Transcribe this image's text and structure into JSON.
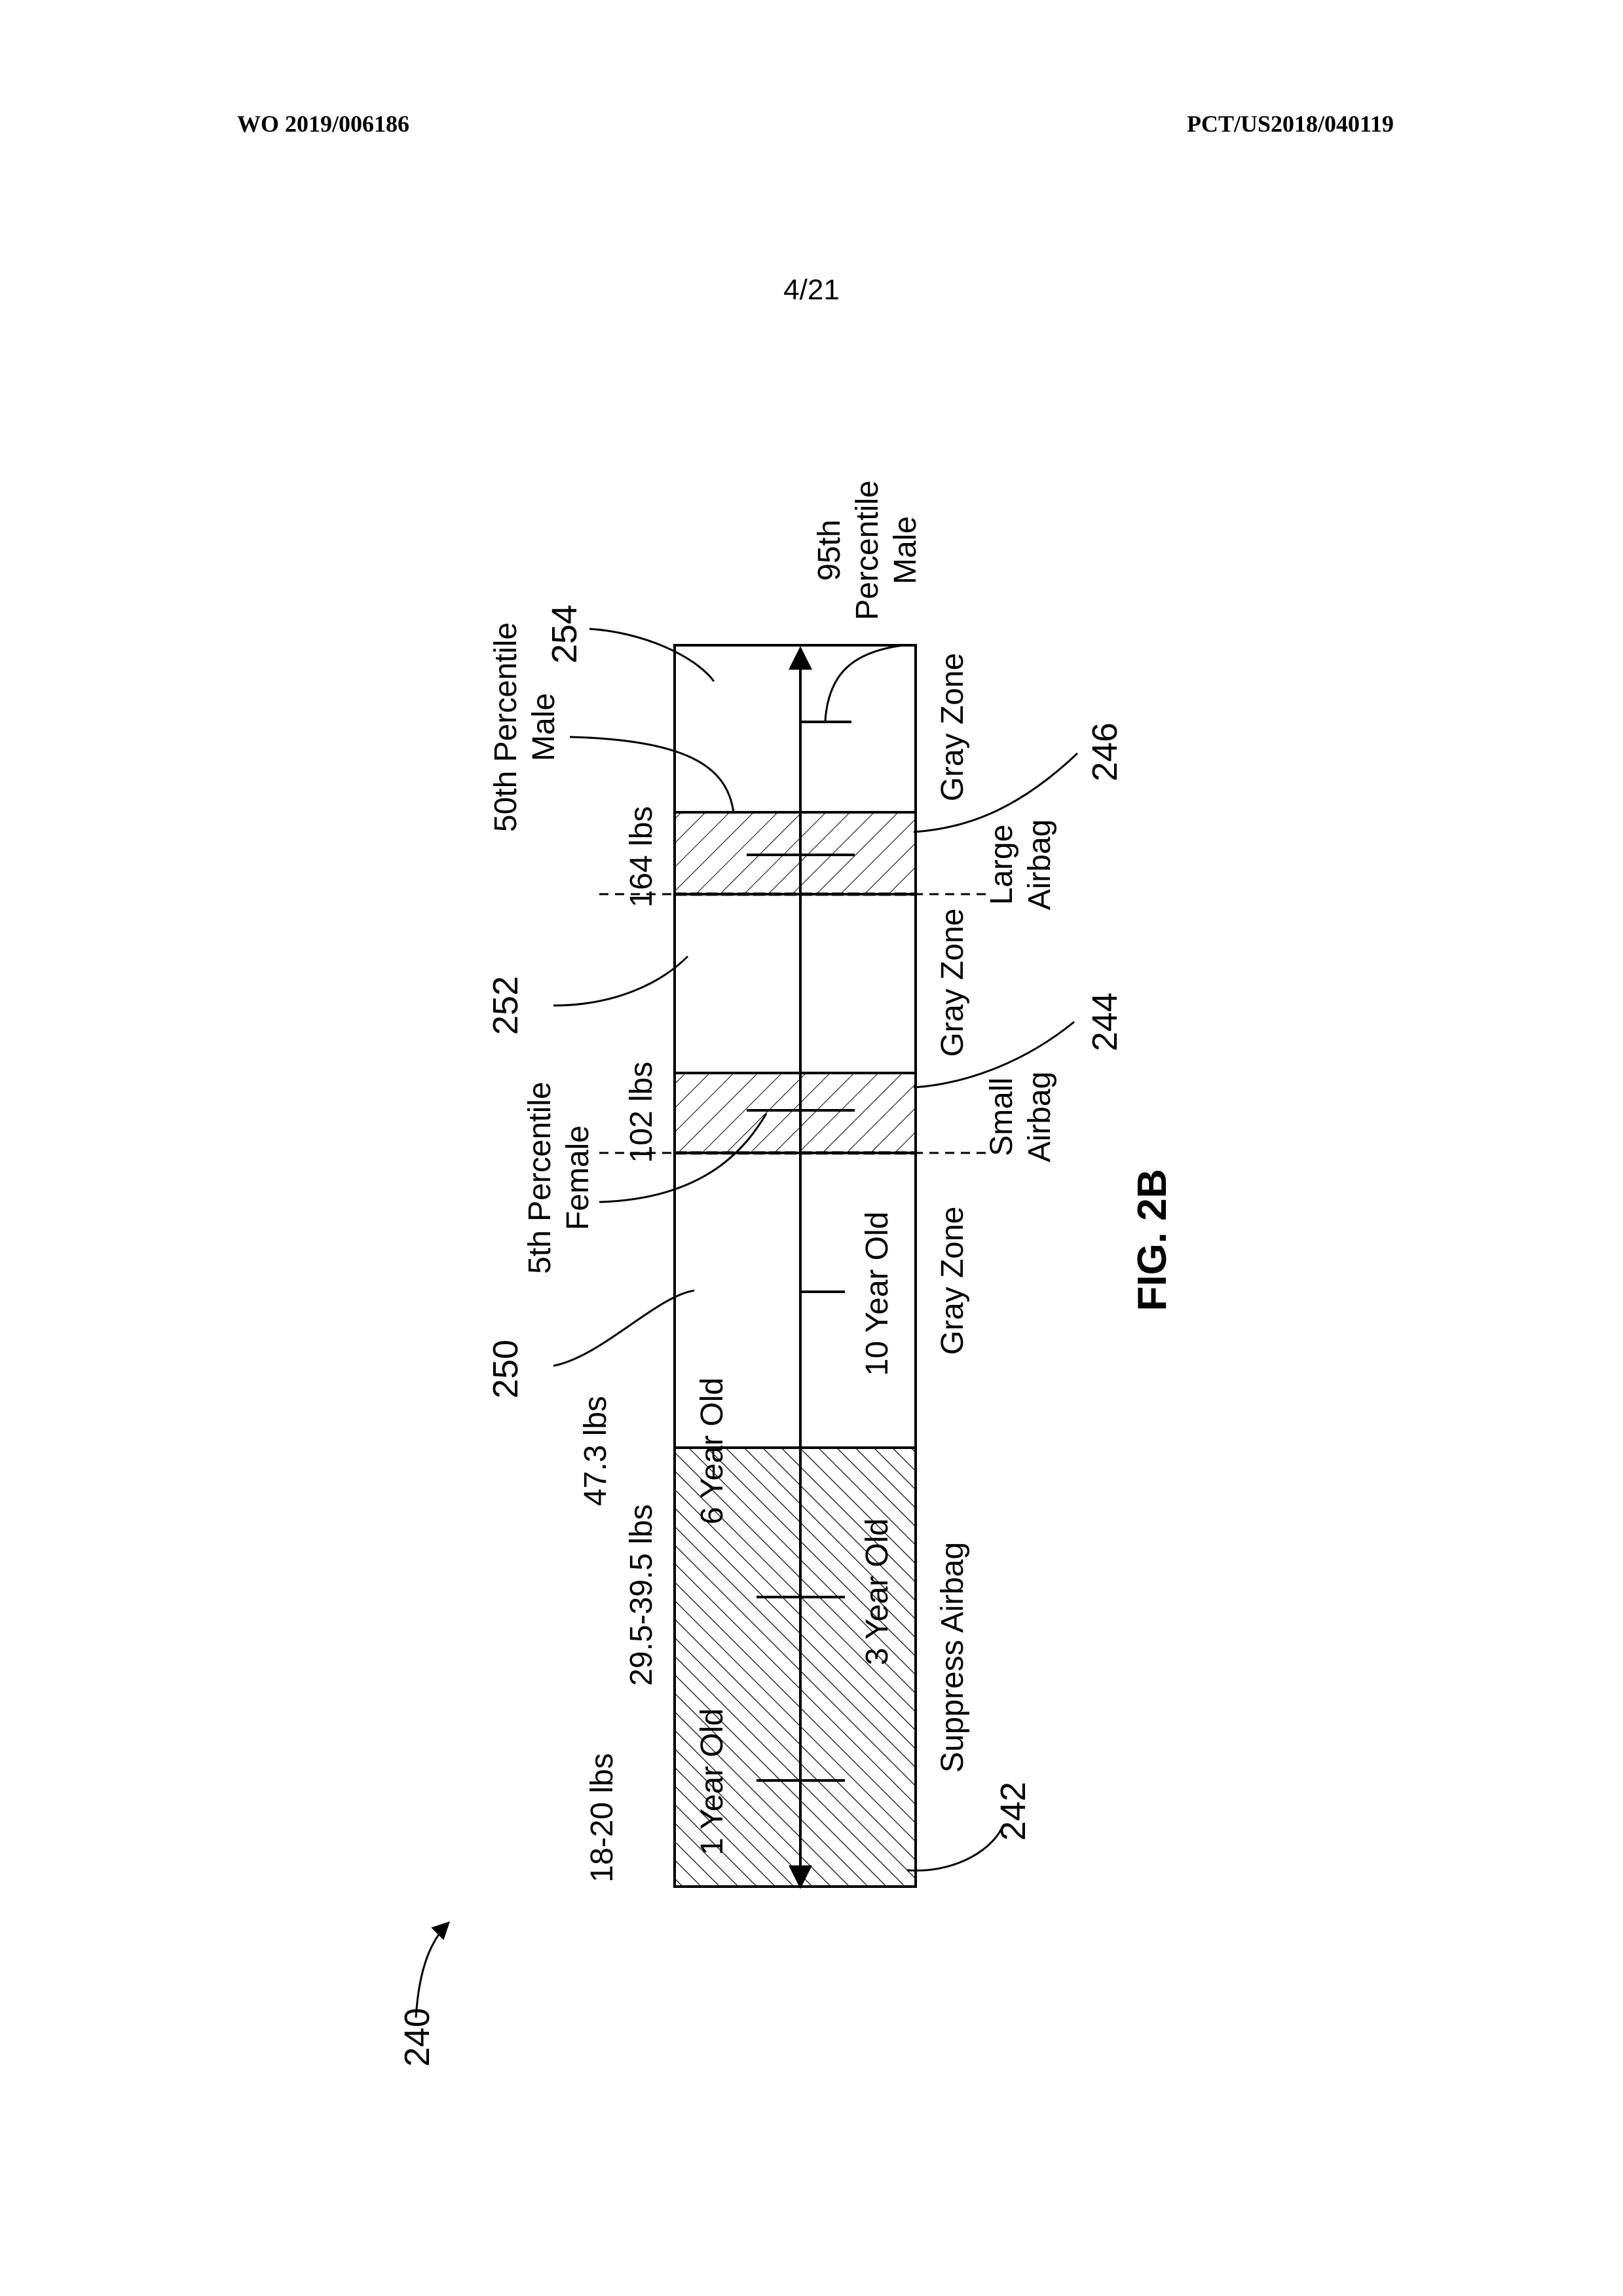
{
  "header": {
    "publication_number": "WO 2019/006186",
    "application_number": "PCT/US2018/040119"
  },
  "page": {
    "number": "4/21"
  },
  "figure": {
    "caption": "FIG. 2B",
    "reference_numerals": {
      "diagram": "240",
      "suppress_region": "242",
      "small_airbag_region": "244",
      "large_airbag_region": "246",
      "gray_zone_1": "250",
      "gray_zone_2": "252",
      "gray_zone_3": "254"
    },
    "weights": {
      "w1": "18-20 lbs",
      "w2": "29.5-39.5 lbs",
      "w3": "47.3 lbs",
      "w4": "102 lbs",
      "w5": "164 lbs"
    },
    "occupants": {
      "one_year": "1 Year Old",
      "three_year": "3 Year Old",
      "six_year": "6 Year Old",
      "ten_year": "10 Year Old",
      "fifth_female_l1": "5th Percentile",
      "fifth_female_l2": "Female",
      "fiftieth_male_l1": "50th Percentile",
      "fiftieth_male_l2": "Male",
      "ninetyfifth_male_l1": "95th",
      "ninetyfifth_male_l2": "Percentile",
      "ninetyfifth_male_l3": "Male"
    },
    "zones": {
      "suppress": "Suppress Airbag",
      "gray_1": "Gray Zone",
      "small_l1": "Small",
      "small_l2": "Airbag",
      "gray_2": "Gray Zone",
      "large_l1": "Large",
      "large_l2": "Airbag",
      "gray_3": "Gray Zone"
    }
  }
}
